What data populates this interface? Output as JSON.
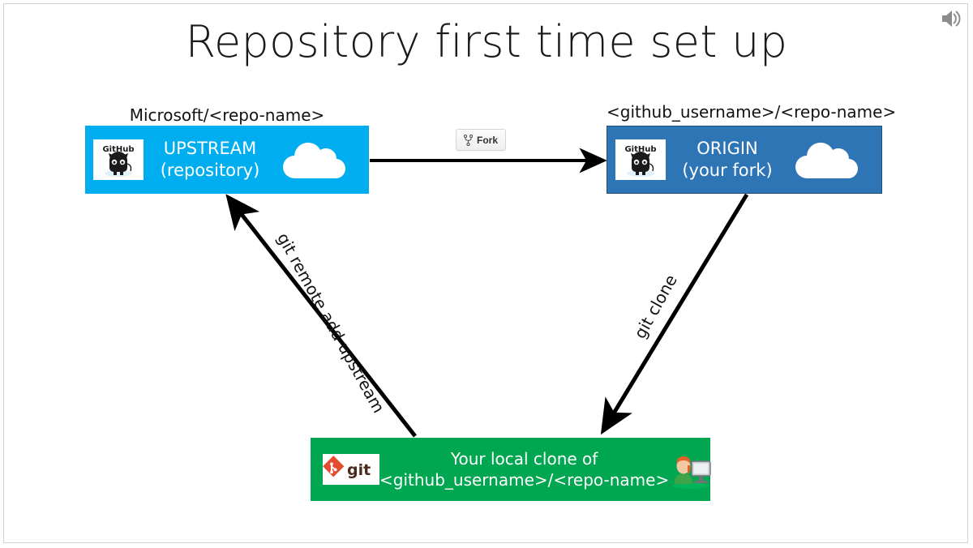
{
  "slide": {
    "title": "Repository first time set up",
    "background_color": "#FFFFFF",
    "frame_color": "#D2D2D2"
  },
  "toolbar": {
    "speaker_icon_name": "speaker-icon",
    "speaker_icon_color": "#808080"
  },
  "nodes": {
    "upstream": {
      "caption": "Microsoft/<repo-name>",
      "line1": "UPSTREAM",
      "line2": "(repository)",
      "color": "#00AEEF",
      "logo": "github-logo",
      "logo_wordmark": "GitHub",
      "accessory": "cloud-icon"
    },
    "origin": {
      "caption": "<github_username>/<repo-name>",
      "line1": "ORIGIN",
      "line2": "(your fork)",
      "color": "#2E75B6",
      "logo": "github-logo",
      "logo_wordmark": "GitHub",
      "accessory": "cloud-icon"
    },
    "local": {
      "line1": "Your local clone of",
      "line2": "<github_username>/<repo-name>",
      "color": "#00A650",
      "logo": "git-logo",
      "logo_wordmark": "git",
      "accessory": "person-at-computer-icon"
    }
  },
  "fork_button": {
    "label": "Fork",
    "icon": "fork-icon"
  },
  "edges": {
    "upstream_to_origin": {
      "label": "",
      "from": "upstream",
      "to": "origin"
    },
    "origin_to_local": {
      "label": "git clone",
      "from": "origin",
      "to": "local"
    },
    "local_to_upstream": {
      "label": "git remote add upstream",
      "from": "local",
      "to": "upstream"
    }
  }
}
